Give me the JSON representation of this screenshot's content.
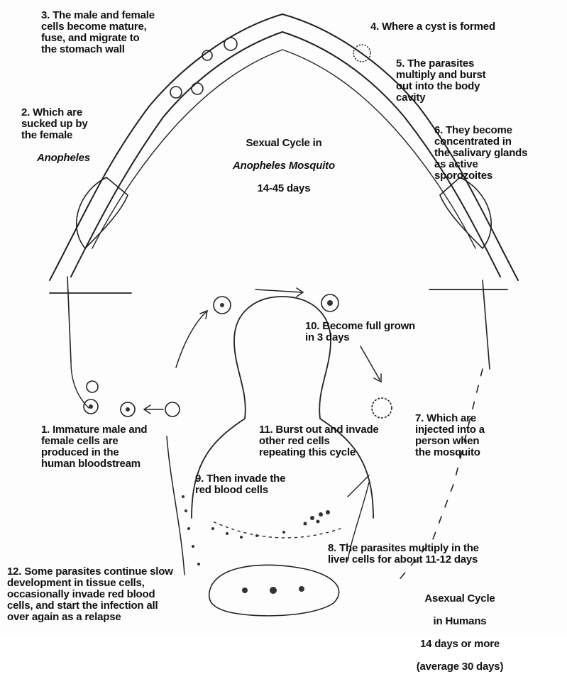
{
  "labels": {
    "step1": "1. Immature male and\nfemale cells are\nproduced in the\nhuman bloodstream",
    "step2": "2. Which are\nsucked up by\nthe female",
    "step2_italic": "Anopheles",
    "step3": "3. The male and female\ncells become mature,\nfuse, and migrate to\nthe stomach wall",
    "step4": "4. Where a cyst is formed",
    "step5": "5. The parasites\nmultiply and burst\nout into the body\ncavity",
    "step6": "6. They become\nconcentrated in\nthe salivary glands\nas active\nsporozoites",
    "step7": "7. Which are\ninjected into a\nperson when\nthe mosquito",
    "step8": "8. The parasites multiply in the\nliver cells for about 11-12 days",
    "step9": "9. Then invade the\nred blood cells",
    "step10": "10. Become full grown\nin 3 days",
    "step11": "11. Burst out and invade\nother red cells\nrepeating this cycle",
    "step12": "12. Some parasites continue slow\ndevelopment in tissue cells,\noccasionally invade red blood\ncells, and start the infection all\nover again as a relapse"
  },
  "sexual_cycle": {
    "line1": "Sexual Cycle in",
    "line2": "Anopheles Mosquito",
    "line3": "14-45 days"
  },
  "asexual_cycle": {
    "line1": "Asexual Cycle",
    "line2": "in Humans",
    "line3": "14 days or more",
    "line4": "(average 30 days)"
  }
}
